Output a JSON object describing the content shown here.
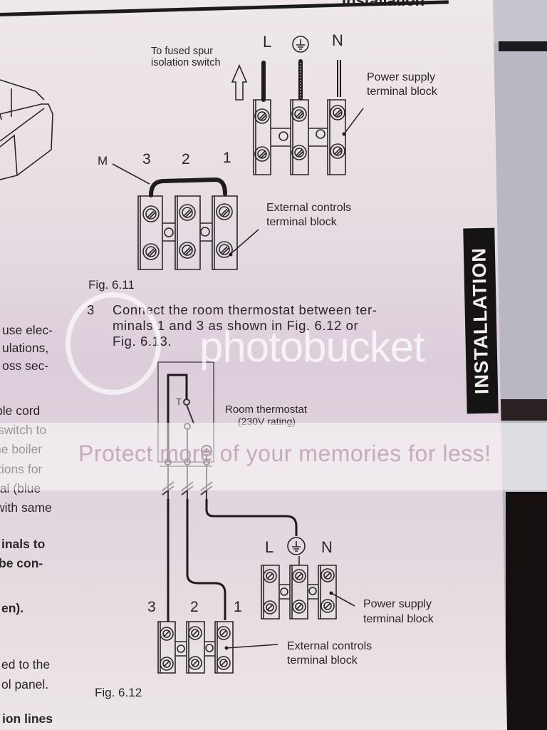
{
  "page": {
    "header_text": "Installation",
    "side_tab": "INSTALLATION"
  },
  "fig_6_11": {
    "caption": "Fig. 6.11",
    "power_terminal_labels": [
      "L",
      "⏚",
      "N"
    ],
    "fused_spur_label_1": "To fused spur",
    "fused_spur_label_2": "isolation switch",
    "power_block_label_1": "Power supply",
    "power_block_label_2": "terminal block",
    "control_labels": [
      "M",
      "3",
      "2",
      "1"
    ],
    "control_block_label_1": "External controls",
    "control_block_label_2": "terminal block"
  },
  "step_3": {
    "number": "3",
    "text": "Connect the room thermostat between terminals 1 and 3 as shown in Fig. 6.12 or Fig. 6.13.",
    "line_1": "Connect the room thermostat between ter-",
    "line_2": "minals 1 and 3 as shown in Fig. 6.12 or",
    "line_3": "Fig. 6.13."
  },
  "fig_6_12": {
    "caption": "Fig. 6.12",
    "thermostat_symbol": "T",
    "thermostat_label_1": "Room thermostat",
    "thermostat_label_2": "(230V rating)",
    "power_terminal_labels": [
      "L",
      "⏚",
      "N"
    ],
    "control_labels": [
      "3",
      "2",
      "1"
    ],
    "power_block_label_1": "Power supply",
    "power_block_label_2": "terminal block",
    "control_block_label_1": "External controls",
    "control_block_label_2": "terminal block"
  },
  "left_margin": {
    "lines": [
      {
        "text": "use elec-",
        "bold": false
      },
      {
        "text": "ulations,",
        "bold": false
      },
      {
        "text": "oss sec-",
        "bold": false
      },
      {
        "text": "ble  cord",
        "bold": false
      },
      {
        "text": "switch to",
        "bold": false
      },
      {
        "text": "he boiler",
        "bold": false
      },
      {
        "text": "tions for",
        "bold": false
      },
      {
        "text": "ral  (blue",
        "bold": false
      },
      {
        "text": "with same",
        "bold": false
      },
      {
        "text": "inals to",
        "bold": true
      },
      {
        "text": " be con-",
        "bold": true
      },
      {
        "text": "en).",
        "bold": true
      },
      {
        "text": "ed to the",
        "bold": false
      },
      {
        "text": "ol panel.",
        "bold": false
      },
      {
        "text": "ion  lines",
        "bold": true
      }
    ]
  },
  "watermark": {
    "logo": "photobucket",
    "tagline": "Protect more of your memories for less!"
  }
}
